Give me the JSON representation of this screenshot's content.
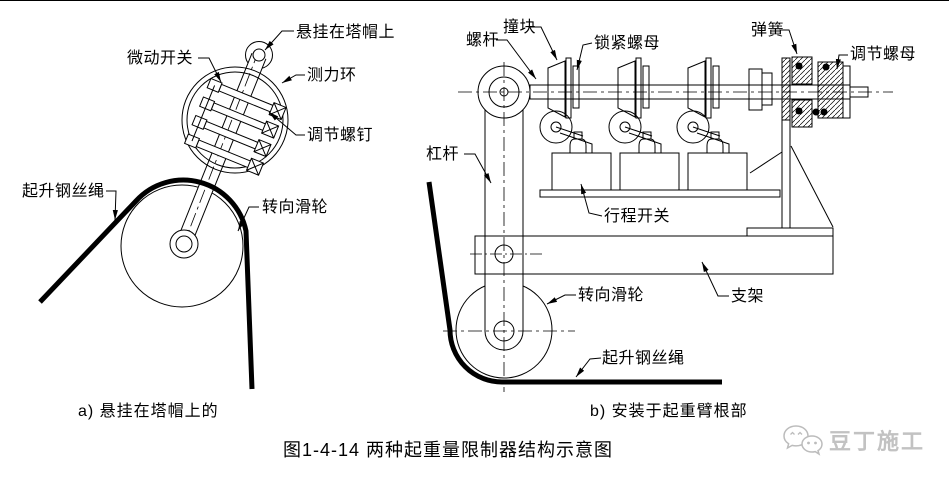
{
  "page": {
    "background": "#ffffff",
    "line_color": "#000000"
  },
  "figure": {
    "caption": "图1-4-14 两种起重量限制器结构示意图",
    "sub_a": {
      "caption": "a) 悬挂在塔帽上的",
      "labels": {
        "hang_on_tower_cap": "悬挂在塔帽上",
        "micro_switch": "微动开关",
        "force_ring": "测力环",
        "adjust_screw": "调节螺钉",
        "hoist_wire_rope": "起升钢丝绳",
        "turning_pulley": "转向滑轮"
      }
    },
    "sub_b": {
      "caption": "b) 安装于起重臂根部",
      "labels": {
        "screw_rod": "螺杆",
        "striker": "撞块",
        "lock_nut": "锁紧螺母",
        "spring": "弹簧",
        "adjust_nut": "调节螺母",
        "lever": "杠杆",
        "travel_switch": "行程开关",
        "bracket": "支架",
        "turning_pulley": "转向滑轮",
        "hoist_wire_rope": "起升钢丝绳"
      }
    }
  },
  "watermark": {
    "brand": "豆丁施工",
    "icon": "chat-bubbles-icon",
    "color": "#c2c2c2"
  }
}
